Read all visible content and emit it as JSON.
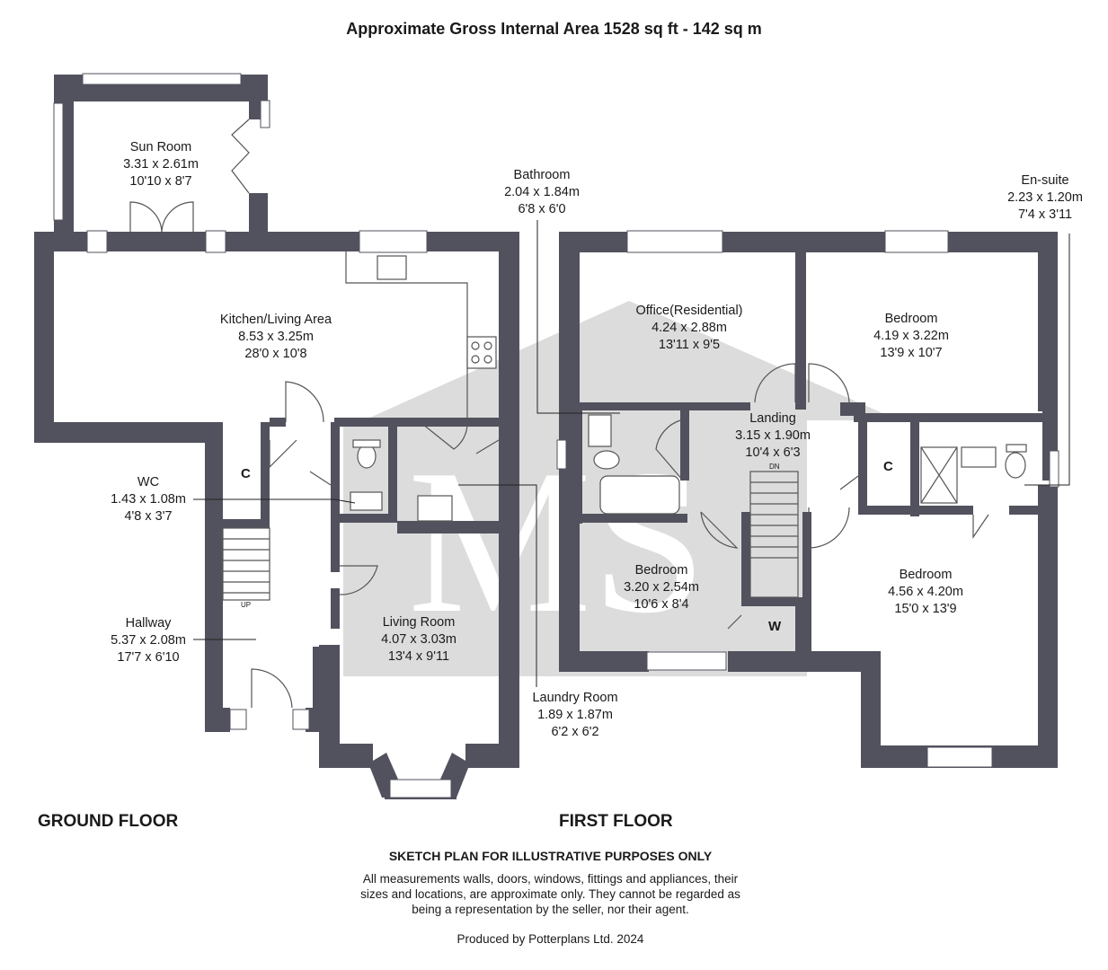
{
  "header": {
    "title": "Approximate Gross Internal Area 1528 sq ft - 142 sq m"
  },
  "watermark": {
    "text": "MS"
  },
  "floors": {
    "ground": "GROUND FLOOR",
    "first": "FIRST FLOOR"
  },
  "rooms": {
    "sun_room": {
      "name": "Sun Room",
      "metric": "3.31 x 2.61m",
      "imperial": "10'10 x 8'7"
    },
    "kitchen": {
      "name": "Kitchen/Living Area",
      "metric": "8.53 x 3.25m",
      "imperial": "28'0 x 10'8"
    },
    "wc": {
      "name": "WC",
      "metric": "1.43 x 1.08m",
      "imperial": "4'8 x 3'7"
    },
    "hallway": {
      "name": "Hallway",
      "metric": "5.37 x 2.08m",
      "imperial": "17'7 x 6'10"
    },
    "living_room": {
      "name": "Living Room",
      "metric": "4.07 x 3.03m",
      "imperial": "13'4 x 9'11"
    },
    "laundry": {
      "name": "Laundry Room",
      "metric": "1.89 x 1.87m",
      "imperial": "6'2 x 6'2"
    },
    "bathroom": {
      "name": "Bathroom",
      "metric": "2.04 x 1.84m",
      "imperial": "6'8 x 6'0"
    },
    "office": {
      "name": "Office(Residential)",
      "metric": "4.24 x 2.88m",
      "imperial": "13'11 x 9'5"
    },
    "bedroom_1": {
      "name": "Bedroom",
      "metric": "4.19 x 3.22m",
      "imperial": "13'9 x 10'7"
    },
    "ensuite": {
      "name": "En-suite",
      "metric": "2.23 x 1.20m",
      "imperial": "7'4 x 3'11"
    },
    "landing": {
      "name": "Landing",
      "metric": "3.15 x 1.90m",
      "imperial": "10'4 x 6'3"
    },
    "bedroom_2": {
      "name": "Bedroom",
      "metric": "3.20 x 2.54m",
      "imperial": "10'6 x 8'4"
    },
    "bedroom_3": {
      "name": "Bedroom",
      "metric": "4.56 x 4.20m",
      "imperial": "15'0 x 13'9"
    }
  },
  "closets": {
    "ground_c": "C",
    "first_c": "C",
    "first_w": "W"
  },
  "stairs": {
    "up": "UP",
    "down": "DN"
  },
  "disclaimer": {
    "heading": "SKETCH PLAN FOR ILLUSTRATIVE PURPOSES ONLY",
    "line1": "All measurements walls, doors, windows, fittings and appliances, their",
    "line2": "sizes and locations, are approximate only. They cannot be regarded as",
    "line3": "being a representation by the seller, nor their agent."
  },
  "credit": "Produced by Potterplans Ltd. 2024",
  "colors": {
    "wall": "#52525e",
    "watermark": "#d9d9d9",
    "window": "#ffffff",
    "fixture_line": "#555555"
  }
}
